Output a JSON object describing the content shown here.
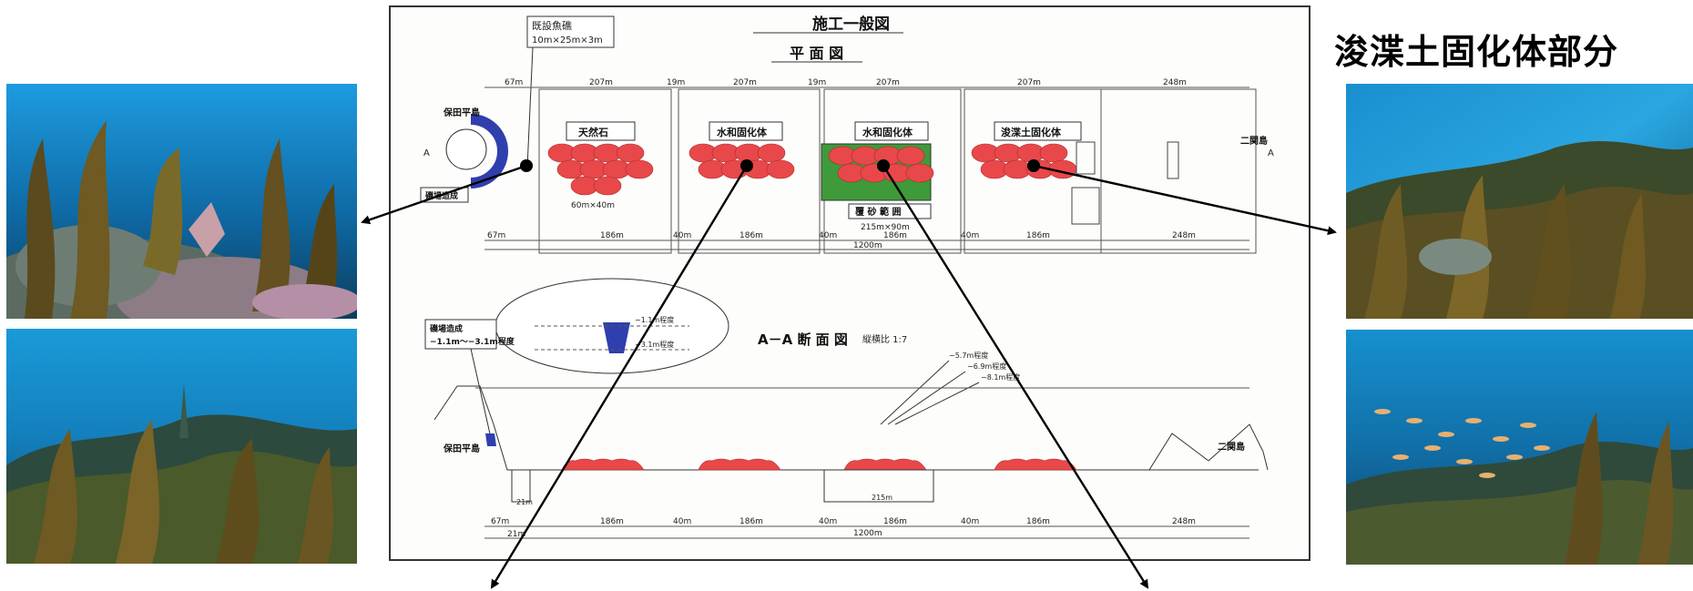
{
  "heading": "浚渫土固化体部分",
  "drawing": {
    "title": "施工一般図",
    "plan_title": "平 面 図",
    "existing_reef_label": "既設魚礁",
    "existing_reef_size": "10m×25m×3m",
    "island_left": "保田平島",
    "island_right": "二関島",
    "section_marker": "A",
    "zone_labels": [
      "天然石",
      "水和固化体",
      "水和固化体",
      "浚渫土固化体"
    ],
    "top_dims": [
      "67m",
      "207m",
      "19m",
      "207m",
      "19m",
      "207m",
      "207m",
      "248m"
    ],
    "bottom_dims": [
      "67m",
      "186m",
      "40m",
      "186m",
      "40m",
      "186m",
      "40m",
      "186m",
      "248m"
    ],
    "total_length": "1200m",
    "area_label": "60m×40m",
    "cover_label": "覆 砂 範 囲",
    "cover_size": "215m×90m",
    "shore_label": "磯場造成",
    "section_title": "A－A 断 面 図",
    "section_scale": "縦横比 1:7",
    "section_note_line1": "磯場造成",
    "section_note_line2": "−1.1m〜−3.1m程度",
    "depth_labels": [
      "−1.1m程度",
      "−3.1m程度"
    ],
    "deep_labels": [
      "−5.7m程度",
      "−6.9m程度",
      "−8.1m程度"
    ],
    "section_dims": [
      "67m",
      "186m",
      "40m",
      "186m",
      "40m",
      "186m",
      "40m",
      "186m",
      "248m"
    ],
    "section_sub_dims": [
      "21m",
      "21m",
      "215m"
    ]
  },
  "colors": {
    "block_red": "#e8484a",
    "cover_green": "#3f9a3a",
    "shore_blue": "#2f3fae",
    "ocean_top": "#1f8fd6",
    "ocean_deep": "#0d4f7c"
  }
}
